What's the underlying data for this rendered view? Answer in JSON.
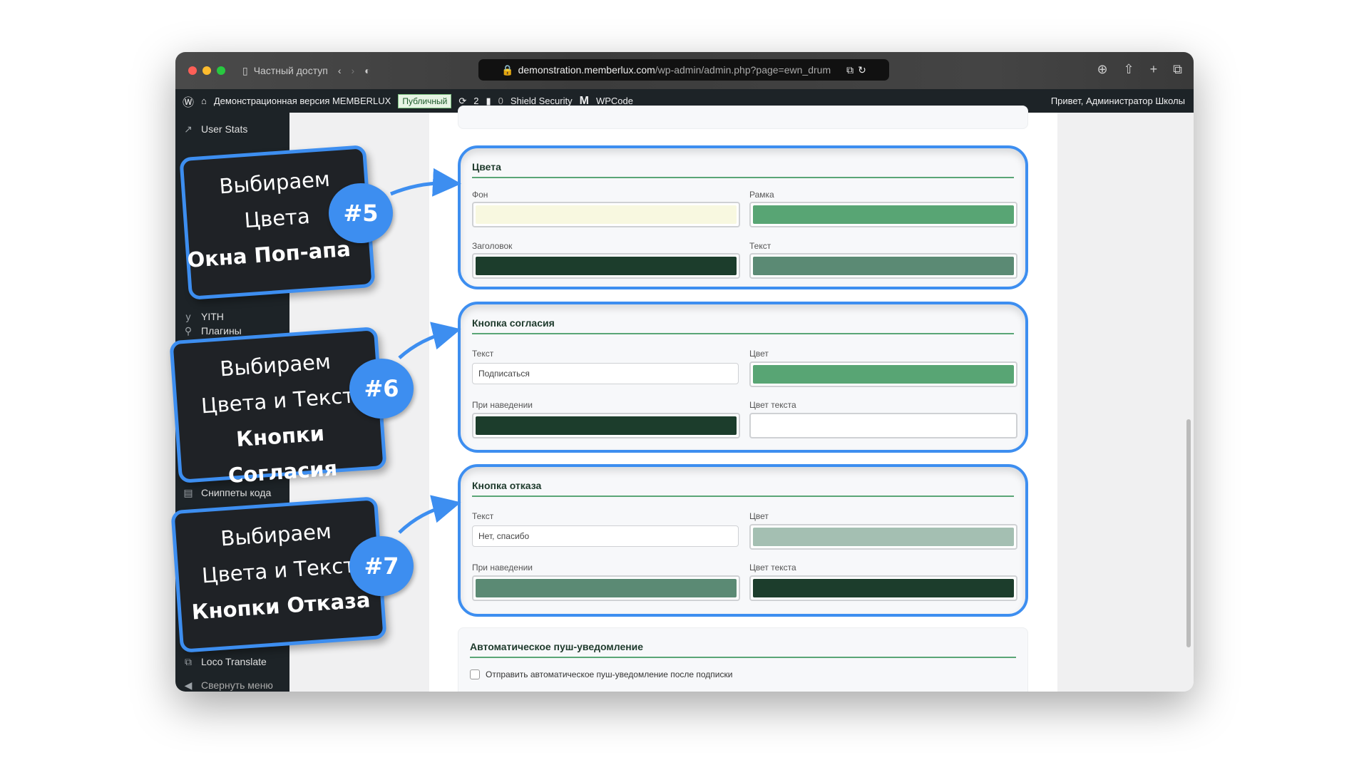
{
  "browser": {
    "tab_label": "Частный доступ",
    "url_host": "demonstration.memberlux.com",
    "url_path": "/wp-admin/admin.php?page=ewn_drum"
  },
  "adminbar": {
    "site": "Демонстрационная версия MEMBERLUX",
    "badge": "Публичный",
    "updates": "2",
    "comments": "0",
    "shield": "Shield Security",
    "wpcode": "WPCode",
    "greeting": "Привет, Администратор Школы"
  },
  "sidebar": {
    "items": [
      {
        "label": "User Stats",
        "icon": "chart-icon"
      },
      {
        "label": "YITH",
        "icon": "yith-icon"
      },
      {
        "label": "Плагины",
        "icon": "plugin-icon"
      },
      {
        "label": "Сниппеты кода",
        "icon": "code-icon"
      },
      {
        "label": "Loco Translate",
        "icon": "translate-icon"
      },
      {
        "label": "Свернуть меню",
        "icon": "collapse-icon"
      }
    ]
  },
  "cards": {
    "colors": {
      "title": "Цвета",
      "f1_label": "Фон",
      "f1_color": "#f8f8e0",
      "f2_label": "Рамка",
      "f2_color": "#58a574",
      "f3_label": "Заголовок",
      "f3_color": "#1c3d2c",
      "f4_label": "Текст",
      "f4_color": "#5b8a74"
    },
    "accept": {
      "title": "Кнопка согласия",
      "text_label": "Текст",
      "text_value": "Подписаться",
      "color_label": "Цвет",
      "color": "#58a574",
      "hover_label": "При наведении",
      "hover_color": "#1c3d2c",
      "textcolor_label": "Цвет текста",
      "textcolor": "#ffffff"
    },
    "decline": {
      "title": "Кнопка отказа",
      "text_label": "Текст",
      "text_value": "Нет, спасибо",
      "color_label": "Цвет",
      "color": "#a4bfb2",
      "hover_label": "При наведении",
      "hover_color": "#5b8a74",
      "textcolor_label": "Цвет текста",
      "textcolor": "#1c3d2c"
    },
    "push": {
      "title": "Автоматическое пуш-уведомление",
      "checkbox_label": "Отправить автоматическое пуш-уведомление после подписки"
    }
  },
  "callouts": [
    {
      "line1": "Выбираем",
      "line2": "Цвета",
      "line3": "Окна Поп-апа",
      "num": "#5"
    },
    {
      "line1": "Выбираем",
      "line2": "Цвета и Текст",
      "line3": "Кнопки Согласия",
      "num": "#6"
    },
    {
      "line1": "Выбираем",
      "line2": "Цвета и Текст",
      "line3": "Кнопки Отказа",
      "num": "#7"
    }
  ]
}
